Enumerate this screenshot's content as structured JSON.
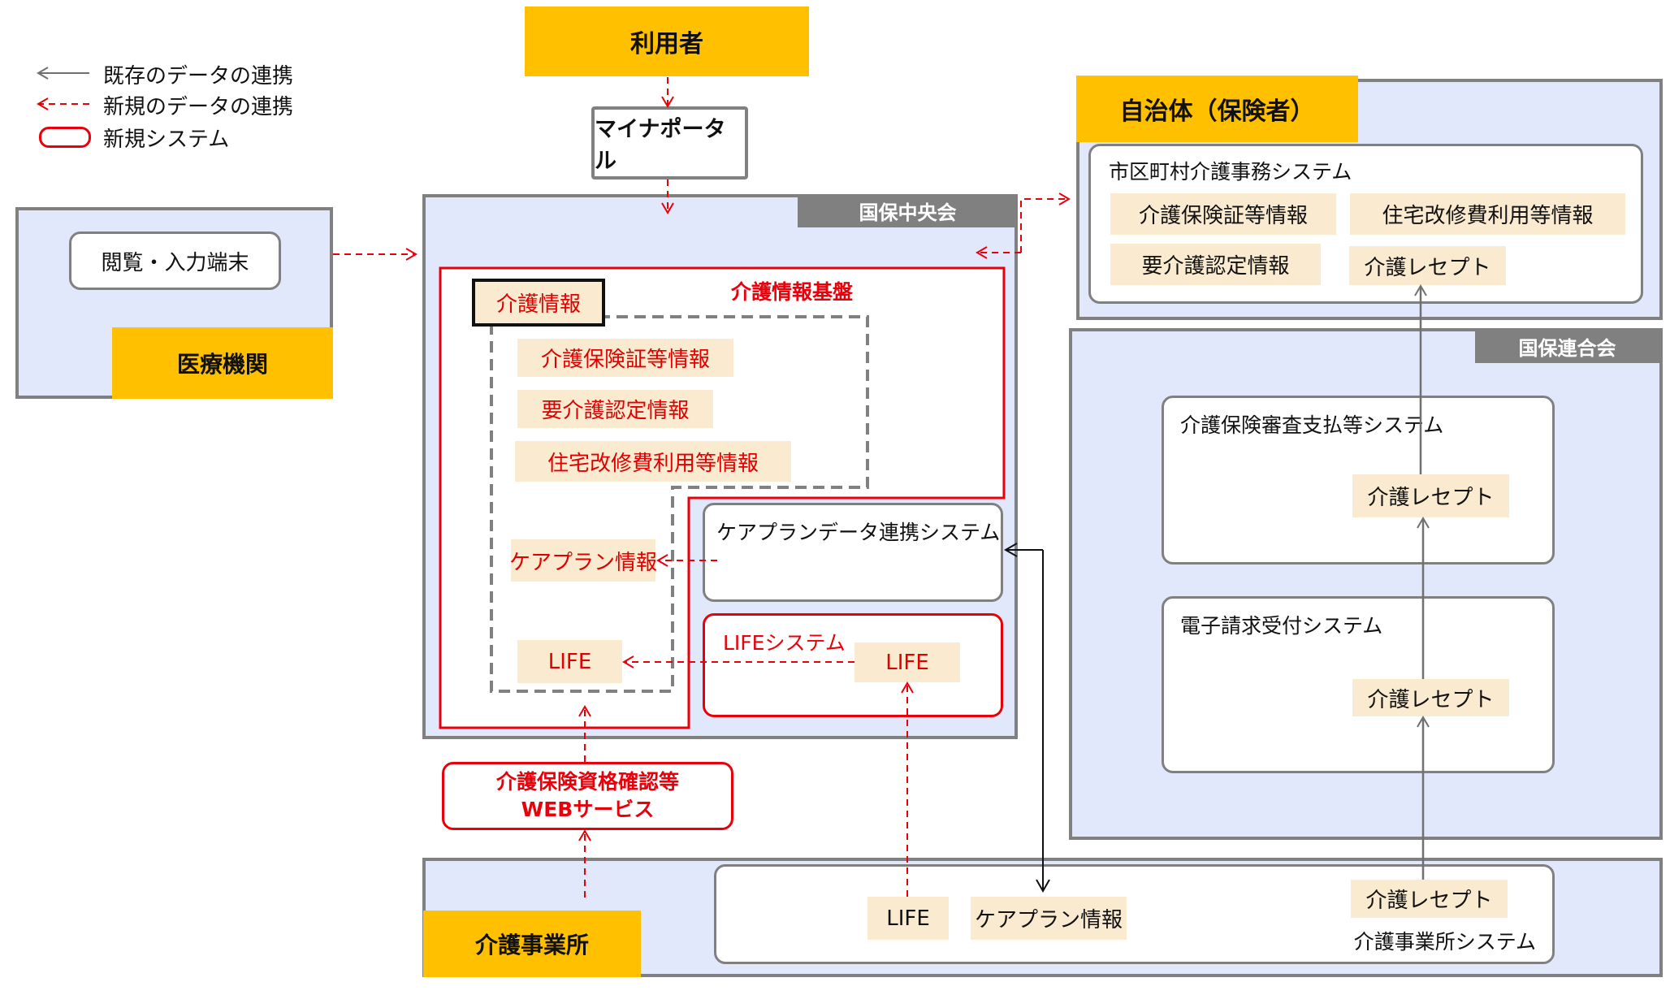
{
  "legend": {
    "existing_link": "既存のデータの連携",
    "new_link": "新規のデータの連携",
    "new_system": "新規システム"
  },
  "actors": {
    "user": "利用者",
    "medical": "医療機関",
    "municipality": "自治体（保険者）",
    "care_office": "介護事業所"
  },
  "portal": "マイナポータル",
  "medical_terminal": "閲覧・入力端末",
  "kokuho_chuokai": {
    "tab": "国保中央会",
    "platform_title": "介護情報基盤",
    "care_info_label": "介護情報",
    "items": [
      "介護保険証等情報",
      "要介護認定情報",
      "住宅改修費利用等情報",
      "ケアプラン情報",
      "LIFE"
    ],
    "careplan_system": "ケアプランデータ連携システム",
    "life_system": "LIFEシステム",
    "life_system_item": "LIFE"
  },
  "web_service": {
    "line1": "介護保険資格確認等",
    "line2": "WEBサービス"
  },
  "municipality_system": {
    "title": "市区町村介護事務システム",
    "items": [
      "介護保険証等情報",
      "住宅改修費利用等情報",
      "要介護認定情報",
      "介護レセプト"
    ]
  },
  "kokuho_rengokai": {
    "tab": "国保連合会",
    "review_system": "介護保険審査支払等システム",
    "review_item": "介護レセプト",
    "claim_system": "電子請求受付システム",
    "claim_item": "介護レセプト"
  },
  "care_office_system": {
    "title": "介護事業所システム",
    "items": [
      "LIFE",
      "ケアプラン情報",
      "介護レセプト"
    ]
  },
  "colors": {
    "actor": "#ffc000",
    "zone": "#e2e8fb",
    "chip": "#faebd0",
    "new": "#e8000b",
    "existing": "#808080"
  }
}
